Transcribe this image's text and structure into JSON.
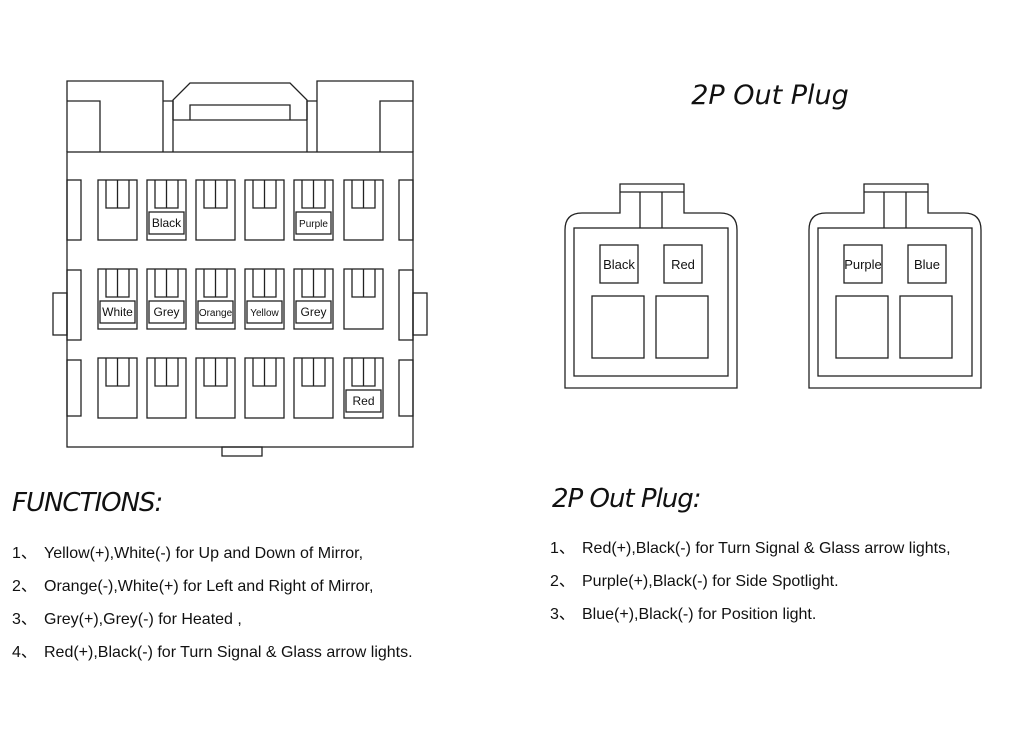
{
  "connector": {
    "pin_labels": {
      "r0c1": "Black",
      "r0c4": "Purple",
      "r1c0": "White",
      "r1c1": "Grey",
      "r1c2": "Orange",
      "r1c3": "Yellow",
      "r1c4": "Grey",
      "r2c5": "Red"
    }
  },
  "plug_title": "2P Out Plug",
  "plugs": [
    {
      "labels": [
        "Black",
        "Red"
      ]
    },
    {
      "labels": [
        "Purple",
        "Blue"
      ]
    }
  ],
  "functions": {
    "title": "FUNCTIONS:",
    "items": [
      {
        "num": "1、",
        "text": "Yellow(+),White(-) for Up and Down of Mirror,"
      },
      {
        "num": "2、",
        "text": "Orange(-),White(+) for Left and Right of Mirror,"
      },
      {
        "num": "3、",
        "text": "Grey(+),Grey(-) for Heated ,"
      },
      {
        "num": "4、",
        "text": "Red(+),Black(-) for Turn Signal & Glass arrow lights."
      }
    ]
  },
  "out_plug": {
    "title": "2P Out Plug:",
    "items": [
      {
        "num": "1、",
        "text": "Red(+),Black(-) for Turn Signal & Glass arrow lights,"
      },
      {
        "num": "2、",
        "text": "Purple(+),Black(-) for Side Spotlight."
      },
      {
        "num": "3、",
        "text": "Blue(+),Black(-) for Position light."
      }
    ]
  }
}
